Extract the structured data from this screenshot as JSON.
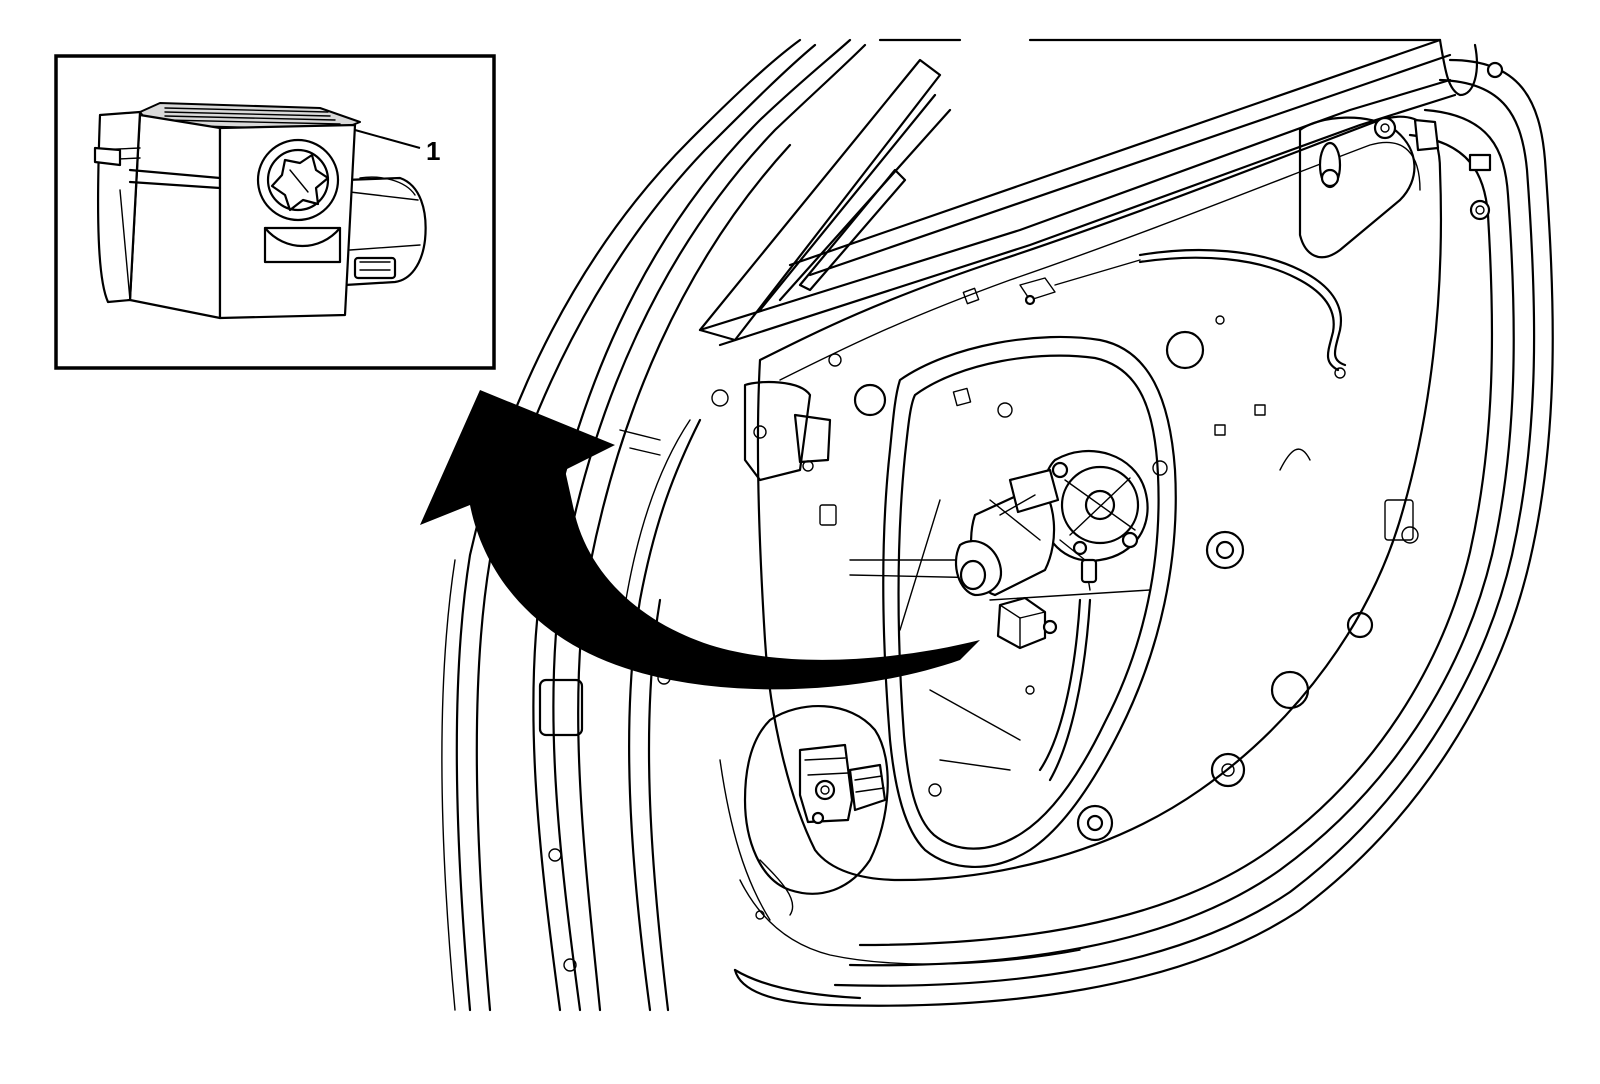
{
  "callouts": [
    {
      "id": "1",
      "label": "1"
    }
  ],
  "colors": {
    "line": "#000000",
    "background": "#ffffff",
    "arrow": "#000000"
  },
  "icons": {
    "component": "inset-detail-view",
    "direction": "curved-arrow"
  }
}
